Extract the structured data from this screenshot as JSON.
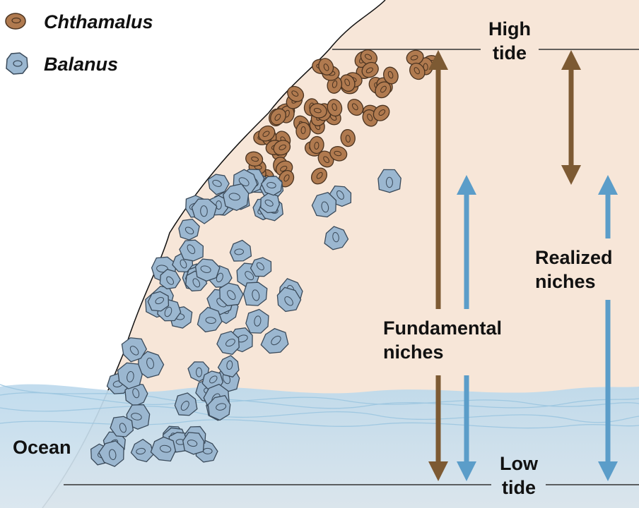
{
  "legend": {
    "items": [
      {
        "label": "Chthamalus",
        "icon": "chthamalus-barnacle-icon",
        "color": "#b07a4f"
      },
      {
        "label": "Balanus",
        "icon": "balanus-barnacle-icon",
        "color": "#9bb7d0"
      }
    ]
  },
  "labels": {
    "high_tide": [
      "High",
      "tide"
    ],
    "low_tide": [
      "Low",
      "tide"
    ],
    "fundamental": [
      "Fundamental",
      "niches"
    ],
    "realized": [
      "Realized",
      "niches"
    ],
    "ocean": "Ocean"
  },
  "colors": {
    "rock": "#f7e6d8",
    "water": "#cfe3ef",
    "chthamalus": "#b07a4f",
    "balanus": "#9bb7d0",
    "brown_arrow": "#7d5a33",
    "blue_arrow": "#5b9dc9"
  }
}
